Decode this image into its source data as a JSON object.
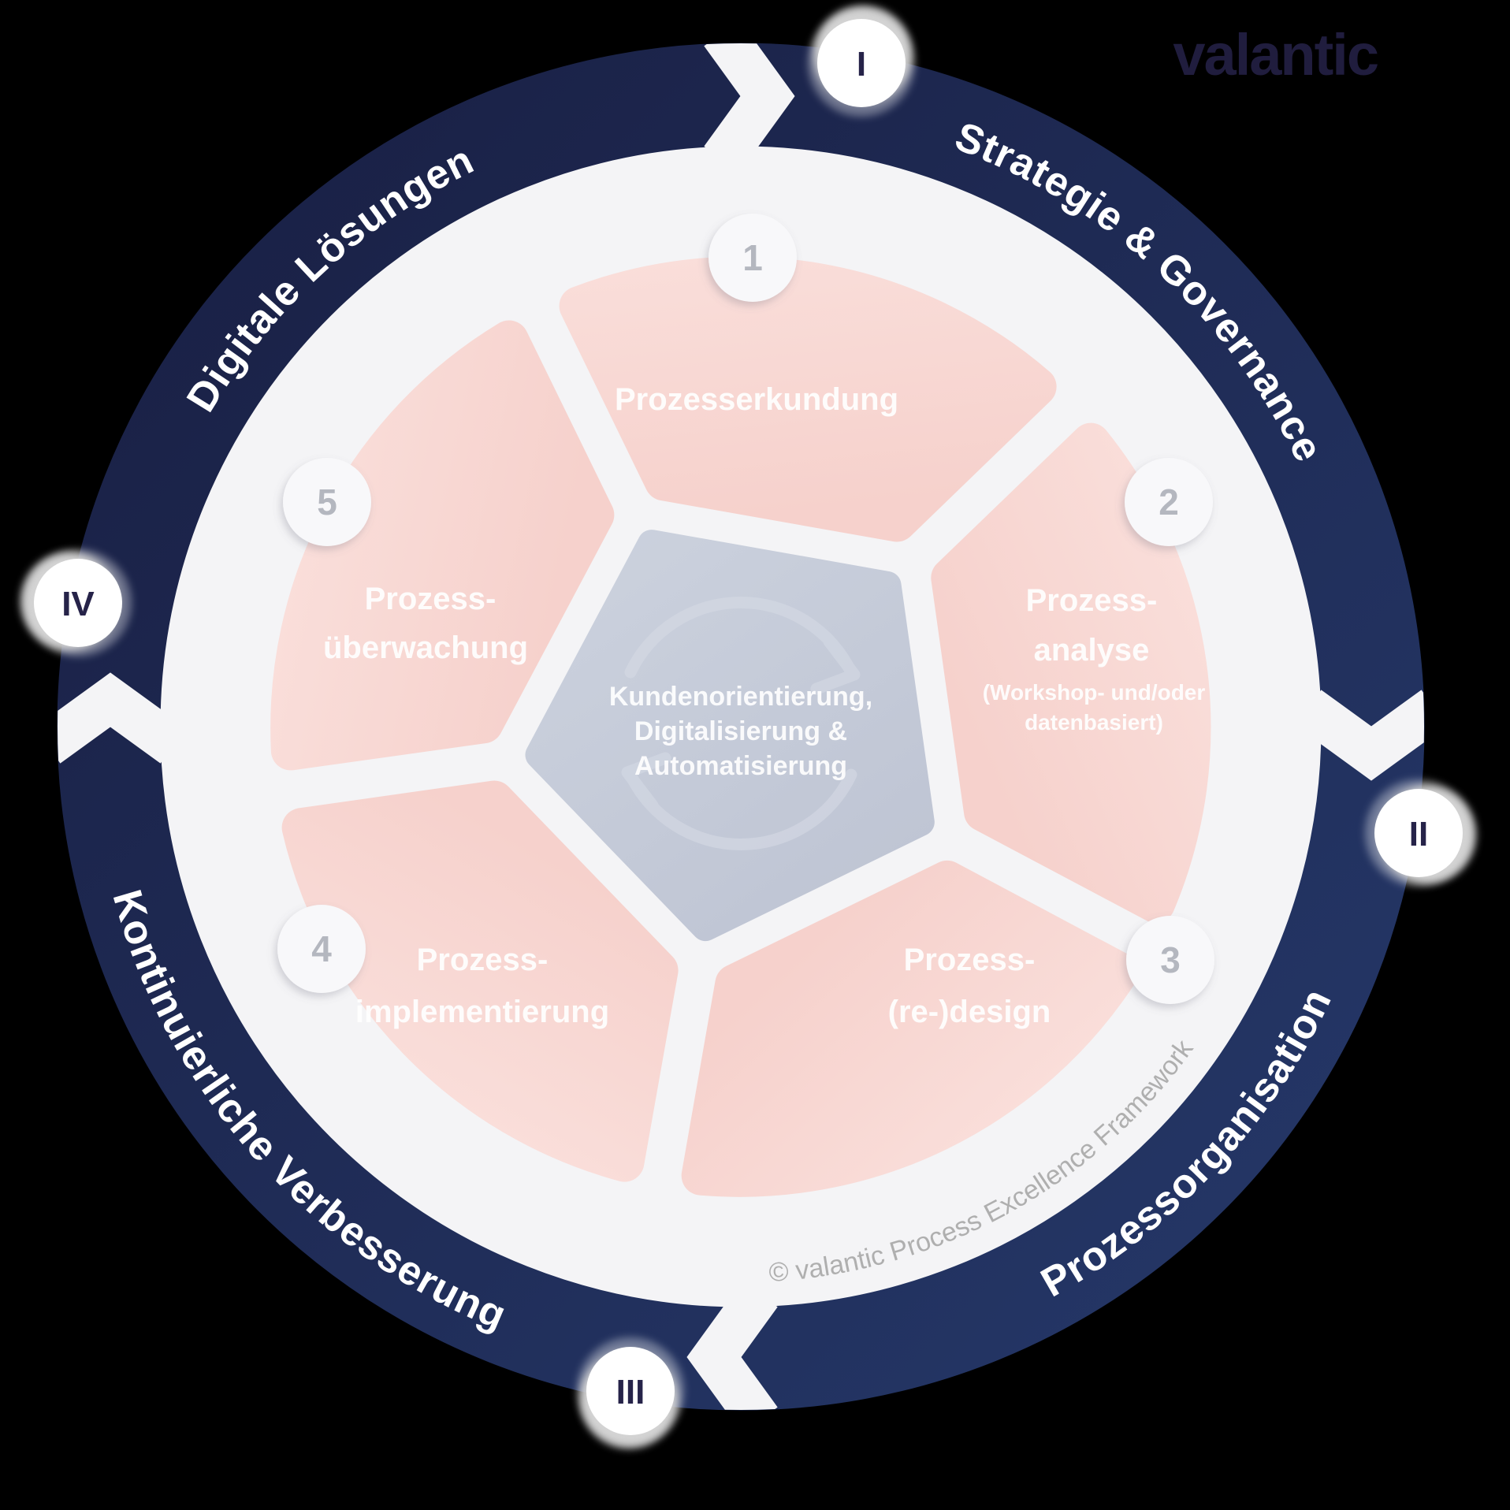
{
  "brand": {
    "logo_text": "valantic"
  },
  "outer_ring": {
    "phases": [
      {
        "numeral": "I",
        "label": "Strategie & Governance"
      },
      {
        "numeral": "II",
        "label": "Prozessorganisation"
      },
      {
        "numeral": "III",
        "label": "Kontinuierliche Verbesserung"
      },
      {
        "numeral": "IV",
        "label": "Digitale Lösungen"
      }
    ]
  },
  "process_wheel": {
    "steps": [
      {
        "number": "1",
        "title_line1": "Prozesserkundung",
        "title_line2": ""
      },
      {
        "number": "2",
        "title_line1": "Prozess-",
        "title_line2": "analyse",
        "subtitle_line1": "(Workshop- und/oder",
        "subtitle_line2": "datenbasiert)"
      },
      {
        "number": "3",
        "title_line1": "Prozess-",
        "title_line2": "(re-)design"
      },
      {
        "number": "4",
        "title_line1": "Prozess-",
        "title_line2": "implementierung"
      },
      {
        "number": "5",
        "title_line1": "Prozess-",
        "title_line2": "überwachung"
      }
    ],
    "center": {
      "line1": "Kundenorientierung,",
      "line2": "Digitalisierung &",
      "line3": "Automatisierung"
    }
  },
  "watermark": {
    "text": "© valantic Process Excellence Framework"
  },
  "colors": {
    "background": "#000000",
    "ring_navy": "#1e2a55",
    "segment_pink": "#f8d8d3",
    "pentagon_gray_blue": "#c5cbd8",
    "disc_offwhite": "#f4f4f6",
    "number_gray": "#b4b7bf",
    "numeral_navy": "#262349",
    "watermark_gray": "#a8a8a8",
    "logo_navy": "#201d3e"
  }
}
